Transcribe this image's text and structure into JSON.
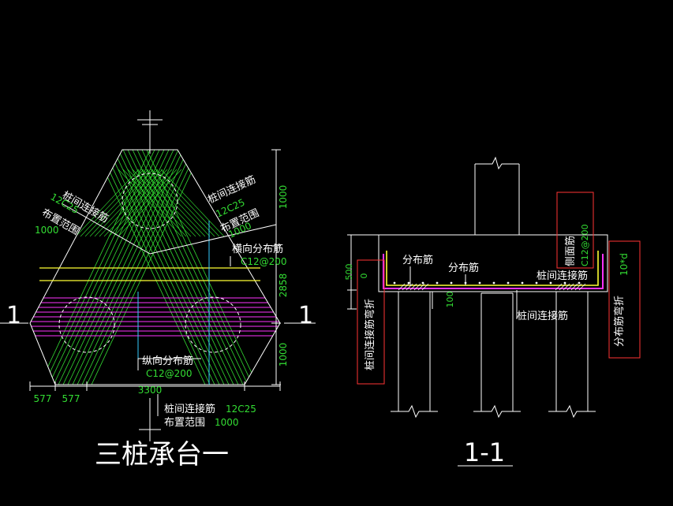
{
  "plan": {
    "title": "三桩承台一",
    "section_marker": "1",
    "labels": {
      "tie_left_name": "桩间连接筋",
      "tie_left_spec": "12C25",
      "tie_left_range": "布置范围",
      "tie_left_range_val": "1000",
      "tie_right_name": "桩间连接筋",
      "tie_right_spec": "12C25",
      "tie_right_range": "布置范围",
      "tie_right_range_val": "1000",
      "horiz_name": "横向分布筋",
      "horiz_spec": "C12@200",
      "long_name": "纵向分布筋",
      "long_spec": "C12@200",
      "tie_bottom_name": "桩间连接筋",
      "tie_bottom_spec": "12C25",
      "tie_bottom_range": "布置范围",
      "tie_bottom_range_val": "1000"
    },
    "dims": {
      "top": "1000",
      "middle": "2858",
      "bottom": "1000",
      "width": "3300",
      "left_a": "577",
      "left_b": "577"
    }
  },
  "section": {
    "title": "1-1",
    "labels": {
      "dist1": "分布筋",
      "dist2": "分布筋",
      "tie_top": "桩间连接筋",
      "tie_bottom": "桩间连接筋",
      "side_name": "侧面筋",
      "side_spec": "C12@200",
      "bend_left": "桩间连接筋弯折",
      "bend_right": "分布筋弯折",
      "bend_right_val": "10*d",
      "dim_height": "500",
      "dim_zero": "0",
      "dim_100": "100"
    }
  },
  "colors": {
    "line": "#ffffff",
    "green": "#33dd33",
    "yellow": "#ffff33",
    "magenta": "#ff33ff",
    "cyan": "#33ccff",
    "red": "#ff3333"
  }
}
